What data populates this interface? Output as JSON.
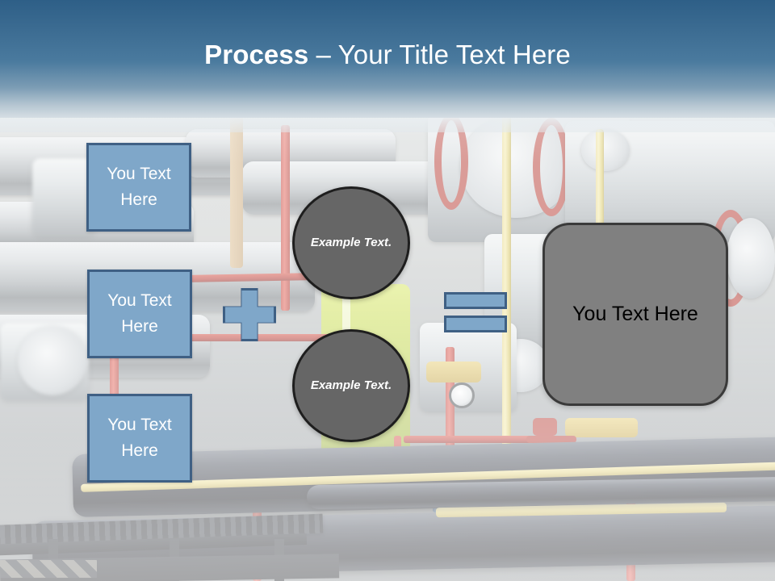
{
  "slide": {
    "title_bold": "Process",
    "title_rest": " – Your Title Text Here"
  },
  "colors": {
    "header_top": "#2e5f87",
    "header_bottom": "#d6dee4",
    "box_fill": "#7fa7c9",
    "box_border": "#3f6084",
    "circle_fill": "#666666",
    "circle_border": "#1e1e1e",
    "card_fill": "#808080",
    "card_border": "#3a3a3a",
    "title_text": "#ffffff"
  },
  "inputs": {
    "boxes": [
      {
        "label": "You Text Here"
      },
      {
        "label": "You Text Here"
      },
      {
        "label": "You Text Here"
      }
    ]
  },
  "operators": {
    "plus": "+",
    "equals": "="
  },
  "circles": [
    {
      "label": "Example Text."
    },
    {
      "label": "Example Text."
    }
  ],
  "result": {
    "label": "You Text Here"
  }
}
